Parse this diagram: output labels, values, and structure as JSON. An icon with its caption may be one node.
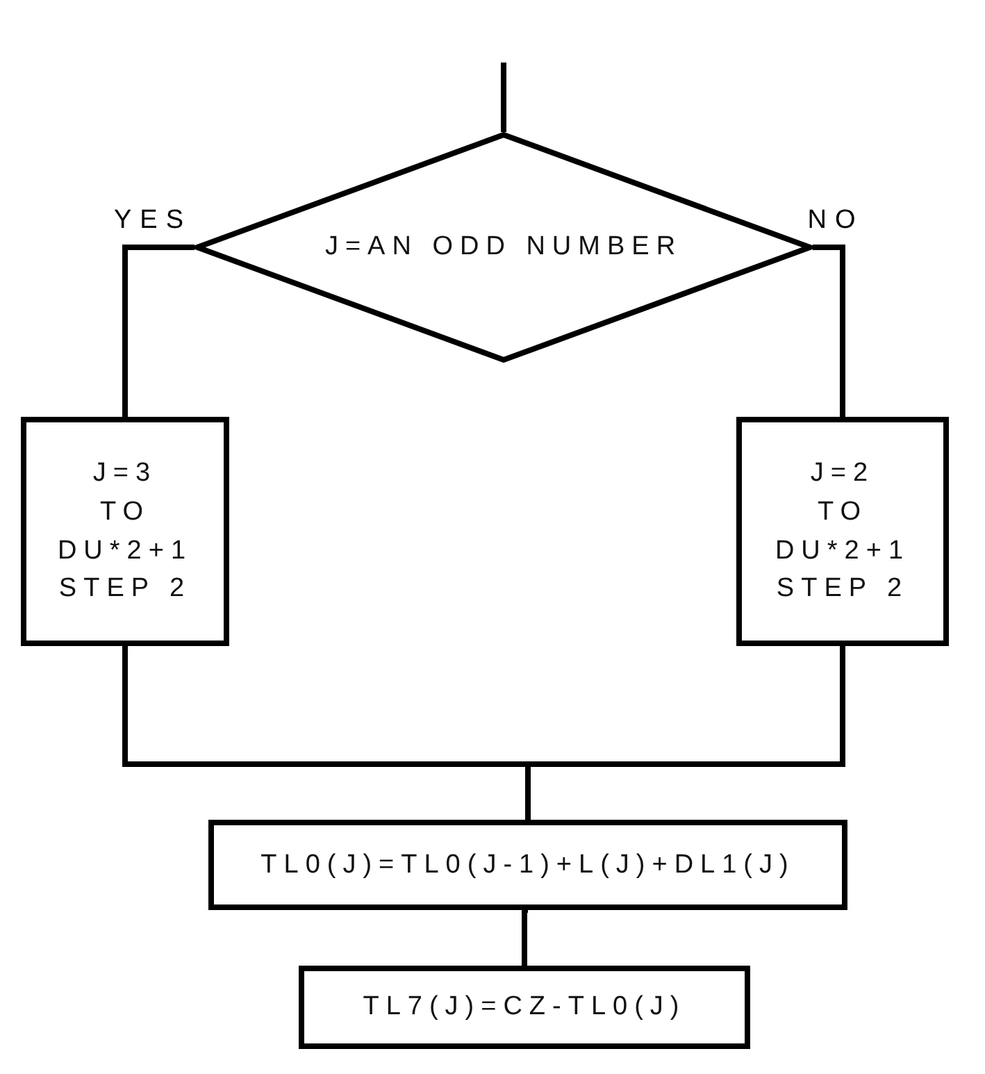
{
  "diagram": {
    "nodes": [
      {
        "text": [
          "J=AN ODD NUMBER"
        ]
      },
      {
        "text": [
          "J=3",
          "TO",
          "DU*2+1",
          "STEP 2"
        ]
      },
      {
        "text": [
          "J=2",
          "TO",
          "DU*2+1",
          "STEP 2"
        ]
      },
      {
        "text": [
          "TL0(J)=TL0(J-1)+L(J)+DL1(J)"
        ]
      },
      {
        "text": [
          "TL7(J)=CZ-TL0(J)"
        ]
      }
    ],
    "edges": [
      {
        "from": null,
        "to": 0,
        "arrow": "none"
      },
      {
        "from": 0,
        "to": 1,
        "arrow": "none",
        "label": "YES"
      },
      {
        "from": 0,
        "to": 2,
        "arrow": "none",
        "label": "NO"
      },
      {
        "from": 1,
        "to": 3,
        "arrow": "none"
      },
      {
        "from": 2,
        "to": 3,
        "arrow": "none"
      },
      {
        "from": 3,
        "to": 4,
        "arrow": "none"
      }
    ]
  }
}
